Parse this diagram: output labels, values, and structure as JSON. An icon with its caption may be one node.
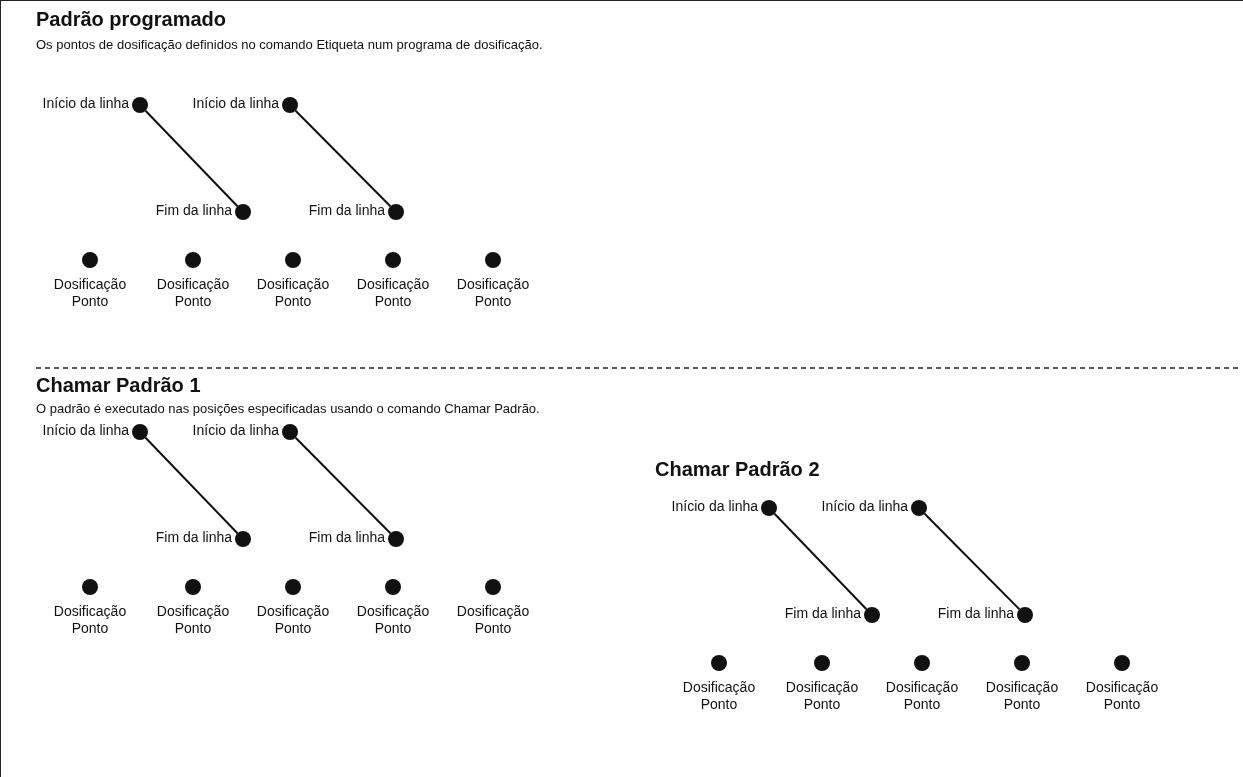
{
  "diagram": {
    "nodes": [
      {
        "text": [],
        "shape": "circle",
        "beside": [
          "Início da linha"
        ]
      },
      {
        "text": [],
        "shape": "circle",
        "beside": [
          "Início da linha"
        ]
      },
      {
        "text": [],
        "shape": "circle",
        "beside": [
          "Fim da linha"
        ]
      },
      {
        "text": [],
        "shape": "circle",
        "beside": [
          "Fim da linha"
        ]
      },
      {
        "text": [],
        "shape": "circle",
        "beside": [
          "Dosificação Ponto"
        ]
      },
      {
        "text": [],
        "shape": "circle",
        "beside": [
          "Dosificação Ponto"
        ]
      },
      {
        "text": [],
        "shape": "circle",
        "beside": [
          "Dosificação Ponto"
        ]
      },
      {
        "text": [],
        "shape": "circle",
        "beside": [
          "Dosificação Ponto"
        ]
      },
      {
        "text": [],
        "shape": "circle",
        "beside": [
          "Dosificação Ponto"
        ]
      },
      {
        "text": [],
        "shape": "circle",
        "beside": [
          "Início da linha"
        ]
      },
      {
        "text": [],
        "shape": "circle",
        "beside": [
          "Início da linha"
        ]
      },
      {
        "text": [],
        "shape": "circle",
        "beside": [
          "Fim da linha"
        ]
      },
      {
        "text": [],
        "shape": "circle",
        "beside": [
          "Fim da linha"
        ]
      },
      {
        "text": [],
        "shape": "circle",
        "beside": [
          "Dosificação Ponto"
        ]
      },
      {
        "text": [],
        "shape": "circle",
        "beside": [
          "Dosificação Ponto"
        ]
      },
      {
        "text": [],
        "shape": "circle",
        "beside": [
          "Dosificação Ponto"
        ]
      },
      {
        "text": [],
        "shape": "circle",
        "beside": [
          "Dosificação Ponto"
        ]
      },
      {
        "text": [],
        "shape": "circle",
        "beside": [
          "Dosificação Ponto"
        ]
      },
      {
        "text": [],
        "shape": "circle",
        "beside": [
          "Início da linha"
        ]
      },
      {
        "text": [],
        "shape": "circle",
        "beside": [
          "Início da linha"
        ]
      },
      {
        "text": [],
        "shape": "circle",
        "beside": [
          "Fim da linha"
        ]
      },
      {
        "text": [],
        "shape": "circle",
        "beside": [
          "Fim da linha"
        ]
      },
      {
        "text": [],
        "shape": "circle",
        "beside": [
          "Dosificação Ponto"
        ]
      },
      {
        "text": [],
        "shape": "circle",
        "beside": [
          "Dosificação Ponto"
        ]
      },
      {
        "text": [],
        "shape": "circle",
        "beside": [
          "Dosificação Ponto"
        ]
      },
      {
        "text": [],
        "shape": "circle",
        "beside": [
          "Dosificação Ponto"
        ]
      },
      {
        "text": [],
        "shape": "circle",
        "beside": [
          "Dosificação Ponto"
        ]
      }
    ],
    "edges": [
      {
        "from": 0,
        "to": 2,
        "arrow": "none"
      },
      {
        "from": 1,
        "to": 3,
        "arrow": "none"
      },
      {
        "from": 9,
        "to": 11,
        "arrow": "none"
      },
      {
        "from": 10,
        "to": 12,
        "arrow": "none"
      },
      {
        "from": 18,
        "to": 20,
        "arrow": "none"
      },
      {
        "from": 19,
        "to": 21,
        "arrow": "none"
      }
    ],
    "labels": [
      "Padrão programado",
      "Os pontos de dosificação definidos no comando Etiqueta num programa de dosificação.",
      "Chamar Padrão 1",
      "O padrão é executado nas posições especificadas usando o comando Chamar Padrão.",
      "Chamar Padrão 2"
    ]
  }
}
